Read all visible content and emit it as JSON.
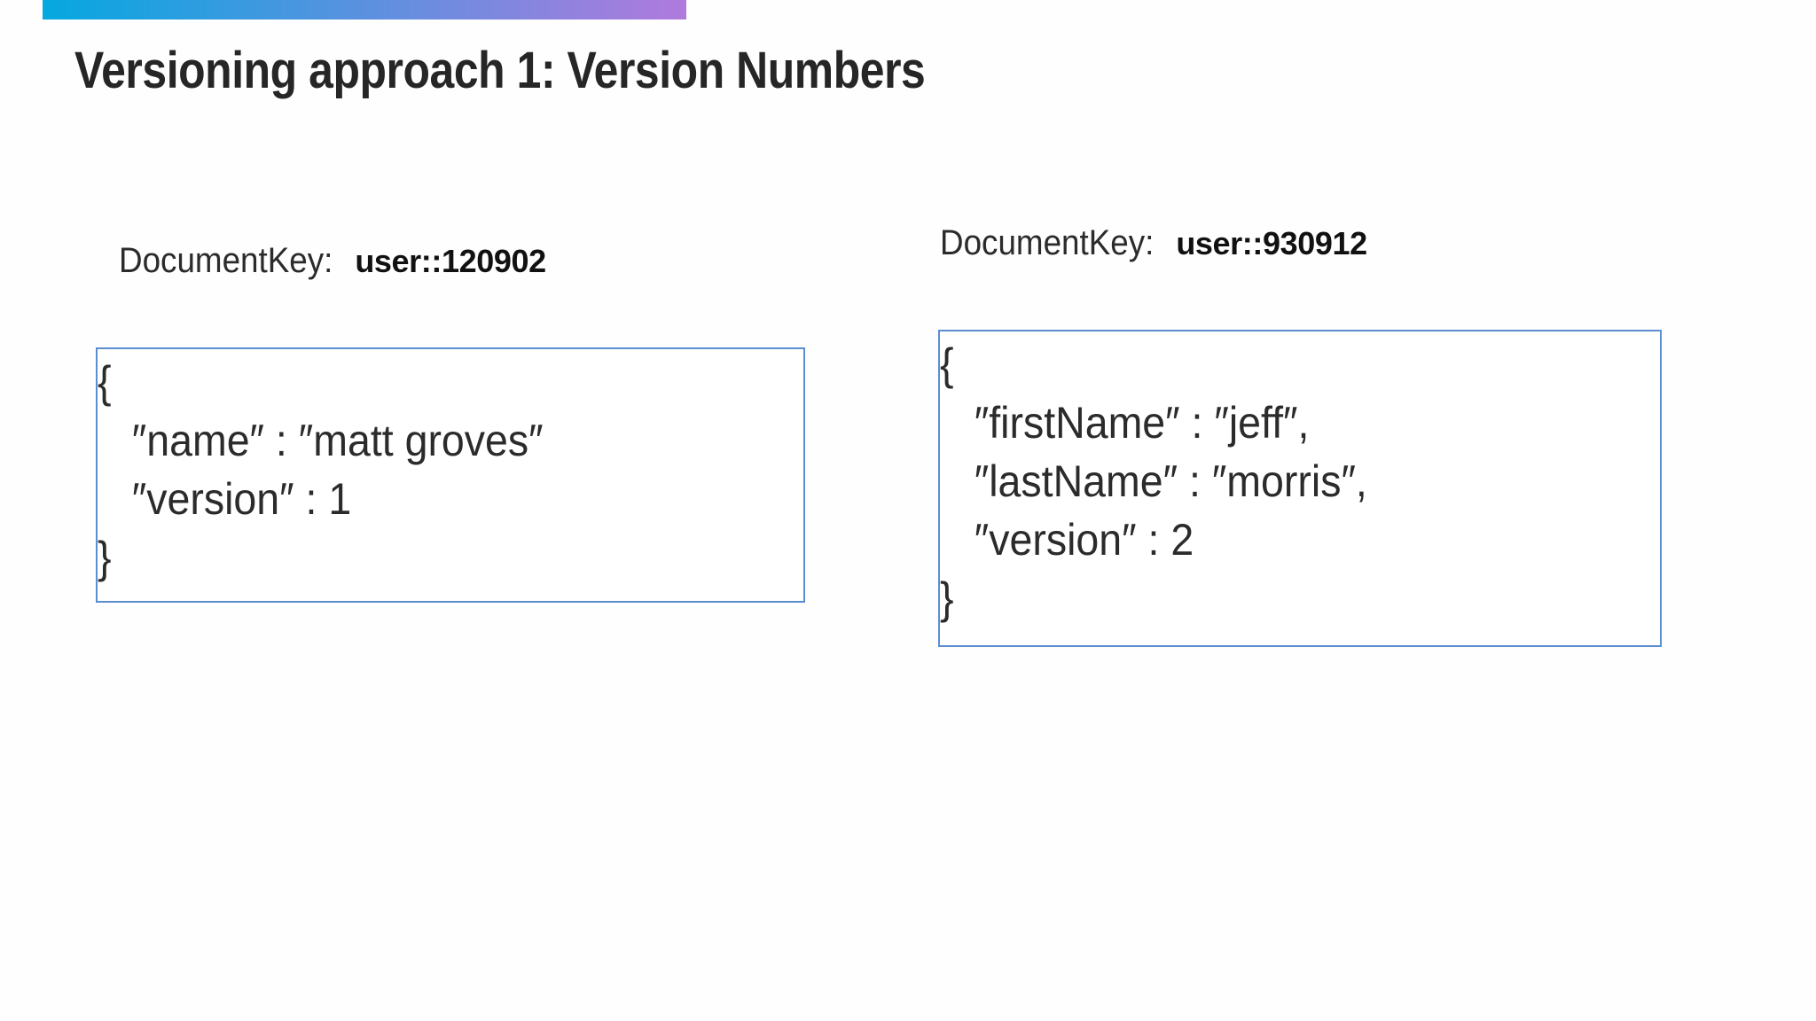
{
  "slide": {
    "title": "Versioning approach 1: Version Numbers",
    "background_color": "#fefefe",
    "accent_bar": {
      "gradient_from": "#05a8e0",
      "gradient_to": "#b07ade"
    }
  },
  "documents": [
    {
      "id": "left",
      "key_label": "DocumentKey:",
      "key_value": "user::120902",
      "box_border_color": "#5a8ed0",
      "json_text": "{\n   ″name″ : ″matt groves″\n   ″version″ : 1\n}"
    },
    {
      "id": "right",
      "key_label": "DocumentKey:",
      "key_value": "user::930912",
      "box_border_color": "#5a8ed0",
      "json_text": "{\n   ″firstName″ : ″jeff″,\n   ″lastName″ : ″morris″,\n   ″version″ : 2\n}"
    }
  ]
}
